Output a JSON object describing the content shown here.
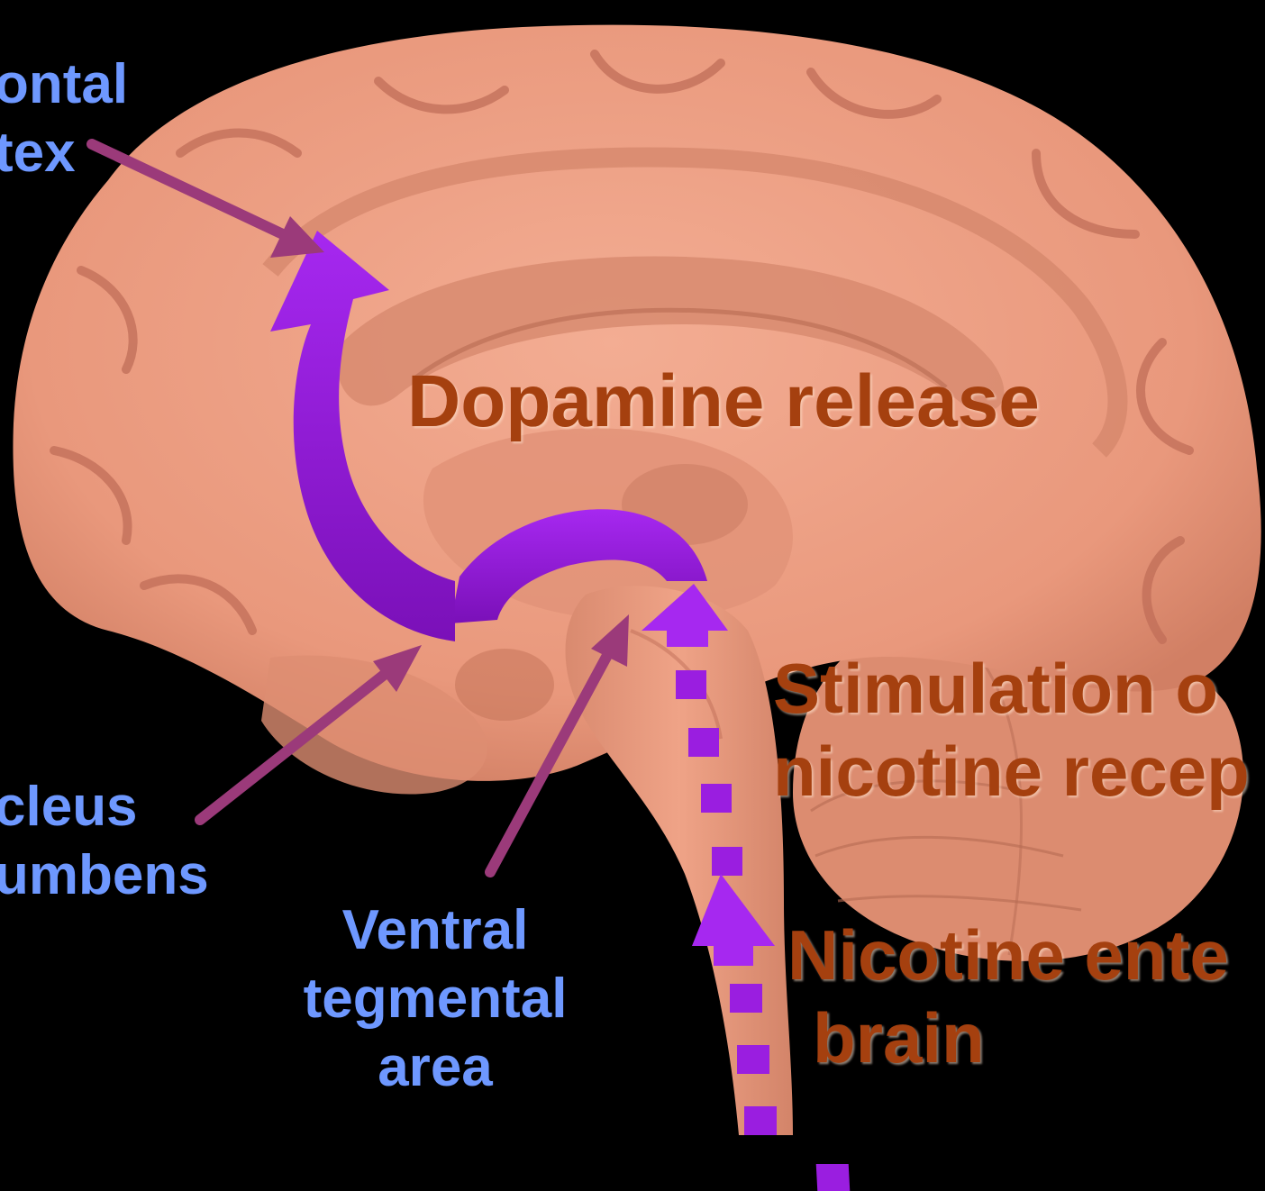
{
  "labels": {
    "prefrontal_cortex": [
      "ontal",
      "tex"
    ],
    "nucleus_accumbens": [
      "cleus",
      "umbens"
    ],
    "ventral_tegmental_area": [
      "Ventral",
      "tegmental",
      "area"
    ],
    "dopamine_release": "Dopamine release",
    "stimulation_of_receptors": [
      "Stimulation o",
      "nicotine recep"
    ],
    "nicotine_enters_brain": [
      "Nicotine ente",
      "brain"
    ]
  },
  "colors": {
    "background": "#000000",
    "brain": "#e9987c",
    "brain_shadow": "#c06e58",
    "pathway_arrow": "#9a1ee0",
    "pointer_arrow": "#9b3a7a",
    "region_label": "#6e98ff",
    "process_label": "#a5400f"
  }
}
